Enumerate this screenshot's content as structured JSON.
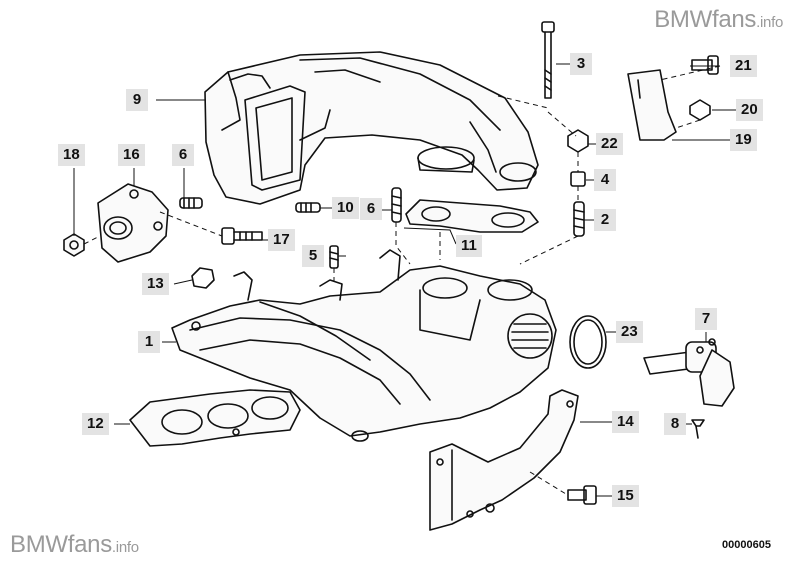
{
  "watermark": {
    "brand": "BMWfans",
    "suffix": ".info"
  },
  "drawing_code": "00000605",
  "callouts": [
    "1",
    "2",
    "3",
    "4",
    "5",
    "6",
    "6",
    "7",
    "8",
    "9",
    "10",
    "11",
    "12",
    "13",
    "14",
    "15",
    "16",
    "17",
    "18",
    "19",
    "20",
    "21",
    "22",
    "23"
  ]
}
